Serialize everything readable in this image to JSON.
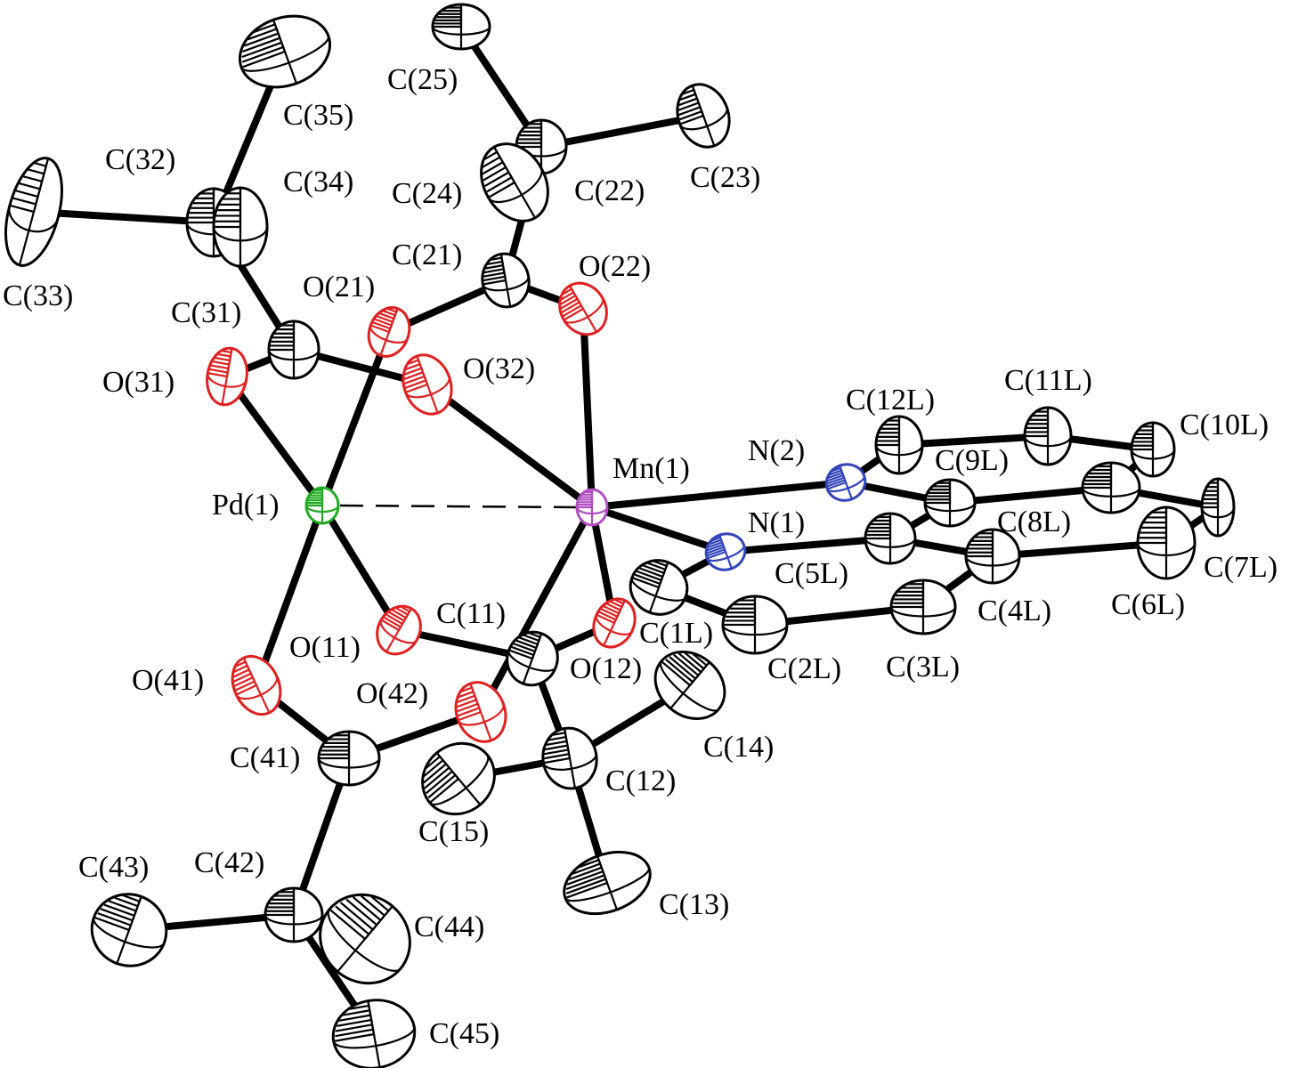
{
  "colors": {
    "Pd": "#22aa22",
    "Mn": "#b04fc0",
    "N": "#3344bb",
    "O": "#e02020",
    "C": "#000000",
    "bond": "#000000",
    "background": "#ffffff"
  },
  "atoms": [
    {
      "id": "Pd1",
      "label": "Pd(1)",
      "element": "Pd"
    },
    {
      "id": "Mn1",
      "label": "Mn(1)",
      "element": "Mn"
    },
    {
      "id": "N1",
      "label": "N(1)",
      "element": "N"
    },
    {
      "id": "N2",
      "label": "N(2)",
      "element": "N"
    },
    {
      "id": "O11",
      "label": "O(11)",
      "element": "O"
    },
    {
      "id": "O12",
      "label": "O(12)",
      "element": "O"
    },
    {
      "id": "O21",
      "label": "O(21)",
      "element": "O"
    },
    {
      "id": "O22",
      "label": "O(22)",
      "element": "O"
    },
    {
      "id": "O31",
      "label": "O(31)",
      "element": "O"
    },
    {
      "id": "O32",
      "label": "O(32)",
      "element": "O"
    },
    {
      "id": "O41",
      "label": "O(41)",
      "element": "O"
    },
    {
      "id": "O42",
      "label": "O(42)",
      "element": "O"
    },
    {
      "id": "C11",
      "label": "C(11)",
      "element": "C"
    },
    {
      "id": "C12",
      "label": "C(12)",
      "element": "C"
    },
    {
      "id": "C13",
      "label": "C(13)",
      "element": "C"
    },
    {
      "id": "C14",
      "label": "C(14)",
      "element": "C"
    },
    {
      "id": "C15",
      "label": "C(15)",
      "element": "C"
    },
    {
      "id": "C21",
      "label": "C(21)",
      "element": "C"
    },
    {
      "id": "C22",
      "label": "C(22)",
      "element": "C"
    },
    {
      "id": "C23",
      "label": "C(23)",
      "element": "C"
    },
    {
      "id": "C24",
      "label": "C(24)",
      "element": "C"
    },
    {
      "id": "C25",
      "label": "C(25)",
      "element": "C"
    },
    {
      "id": "C31",
      "label": "C(31)",
      "element": "C"
    },
    {
      "id": "C32",
      "label": "C(32)",
      "element": "C"
    },
    {
      "id": "C33",
      "label": "C(33)",
      "element": "C"
    },
    {
      "id": "C34",
      "label": "C(34)",
      "element": "C"
    },
    {
      "id": "C35",
      "label": "C(35)",
      "element": "C"
    },
    {
      "id": "C41",
      "label": "C(41)",
      "element": "C"
    },
    {
      "id": "C42",
      "label": "C(42)",
      "element": "C"
    },
    {
      "id": "C43",
      "label": "C(43)",
      "element": "C"
    },
    {
      "id": "C44",
      "label": "C(44)",
      "element": "C"
    },
    {
      "id": "C45",
      "label": "C(45)",
      "element": "C"
    },
    {
      "id": "C1L",
      "label": "C(1L)",
      "element": "C"
    },
    {
      "id": "C2L",
      "label": "C(2L)",
      "element": "C"
    },
    {
      "id": "C3L",
      "label": "C(3L)",
      "element": "C"
    },
    {
      "id": "C4L",
      "label": "C(4L)",
      "element": "C"
    },
    {
      "id": "C5L",
      "label": "C(5L)",
      "element": "C"
    },
    {
      "id": "C6L",
      "label": "C(6L)",
      "element": "C"
    },
    {
      "id": "C7L",
      "label": "C(7L)",
      "element": "C"
    },
    {
      "id": "C8L",
      "label": "C(8L)",
      "element": "C"
    },
    {
      "id": "C9L",
      "label": "C(9L)",
      "element": "C"
    },
    {
      "id": "C10L",
      "label": "C(10L)",
      "element": "C"
    },
    {
      "id": "C11L",
      "label": "C(11L)",
      "element": "C"
    },
    {
      "id": "C12L",
      "label": "C(12L)",
      "element": "C"
    }
  ],
  "bonds": [
    [
      "Pd1",
      "O31"
    ],
    [
      "Pd1",
      "O21"
    ],
    [
      "Pd1",
      "O11"
    ],
    [
      "Pd1",
      "O41"
    ],
    [
      "Mn1",
      "O22"
    ],
    [
      "Mn1",
      "O32"
    ],
    [
      "Mn1",
      "O12"
    ],
    [
      "Mn1",
      "O42"
    ],
    [
      "Mn1",
      "N1"
    ],
    [
      "Mn1",
      "N2"
    ],
    [
      "O31",
      "C31"
    ],
    [
      "C31",
      "O32"
    ],
    [
      "C31",
      "C32"
    ],
    [
      "C32",
      "C33"
    ],
    [
      "C32",
      "C34"
    ],
    [
      "C32",
      "C35"
    ],
    [
      "O21",
      "C21"
    ],
    [
      "C21",
      "O22"
    ],
    [
      "C21",
      "C22"
    ],
    [
      "C22",
      "C23"
    ],
    [
      "C22",
      "C24"
    ],
    [
      "C22",
      "C25"
    ],
    [
      "O11",
      "C11"
    ],
    [
      "C11",
      "O12"
    ],
    [
      "C11",
      "C12"
    ],
    [
      "C12",
      "C13"
    ],
    [
      "C12",
      "C14"
    ],
    [
      "C12",
      "C15"
    ],
    [
      "O41",
      "C41"
    ],
    [
      "C41",
      "O42"
    ],
    [
      "C41",
      "C42"
    ],
    [
      "C42",
      "C43"
    ],
    [
      "C42",
      "C44"
    ],
    [
      "C42",
      "C45"
    ],
    [
      "N1",
      "C1L"
    ],
    [
      "C1L",
      "C2L"
    ],
    [
      "C2L",
      "C3L"
    ],
    [
      "C3L",
      "C4L"
    ],
    [
      "C4L",
      "C5L"
    ],
    [
      "C5L",
      "N1"
    ],
    [
      "C4L",
      "C6L"
    ],
    [
      "C6L",
      "C7L"
    ],
    [
      "C7L",
      "C8L"
    ],
    [
      "C8L",
      "C9L"
    ],
    [
      "C9L",
      "C5L"
    ],
    [
      "C8L",
      "C10L"
    ],
    [
      "C10L",
      "C11L"
    ],
    [
      "C11L",
      "C12L"
    ],
    [
      "C12L",
      "N2"
    ],
    [
      "N2",
      "C9L"
    ]
  ],
  "dashed_bonds": [
    [
      "Pd1",
      "Mn1"
    ]
  ]
}
